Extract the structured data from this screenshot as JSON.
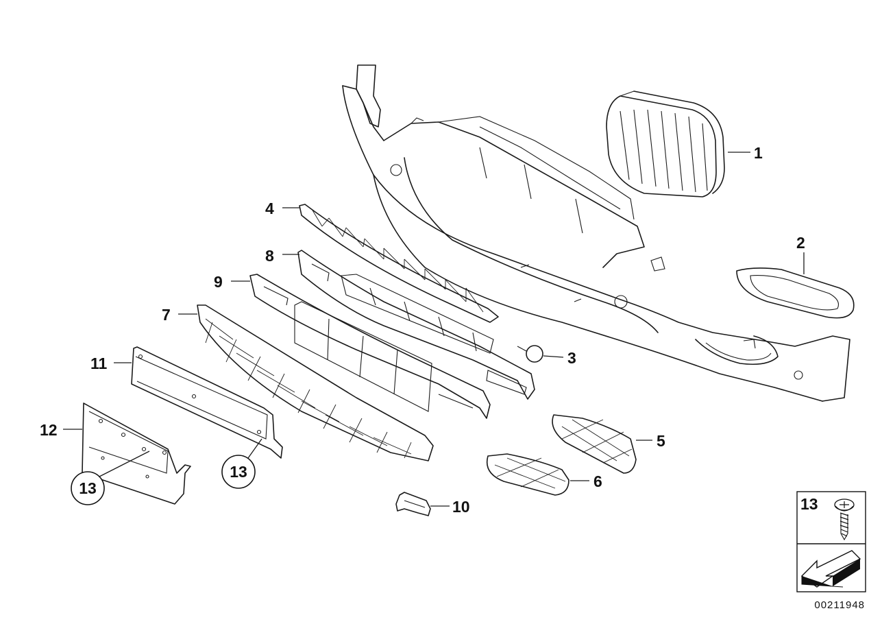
{
  "callouts": {
    "c1": "1",
    "c2": "2",
    "c3": "3",
    "c4": "4",
    "c5": "5",
    "c6": "6",
    "c7": "7",
    "c8": "8",
    "c9": "9",
    "c10": "10",
    "c11": "11",
    "c12": "12",
    "c13a": "13",
    "c13b": "13"
  },
  "legend": {
    "number": "13"
  },
  "diagram_id": "00211948"
}
